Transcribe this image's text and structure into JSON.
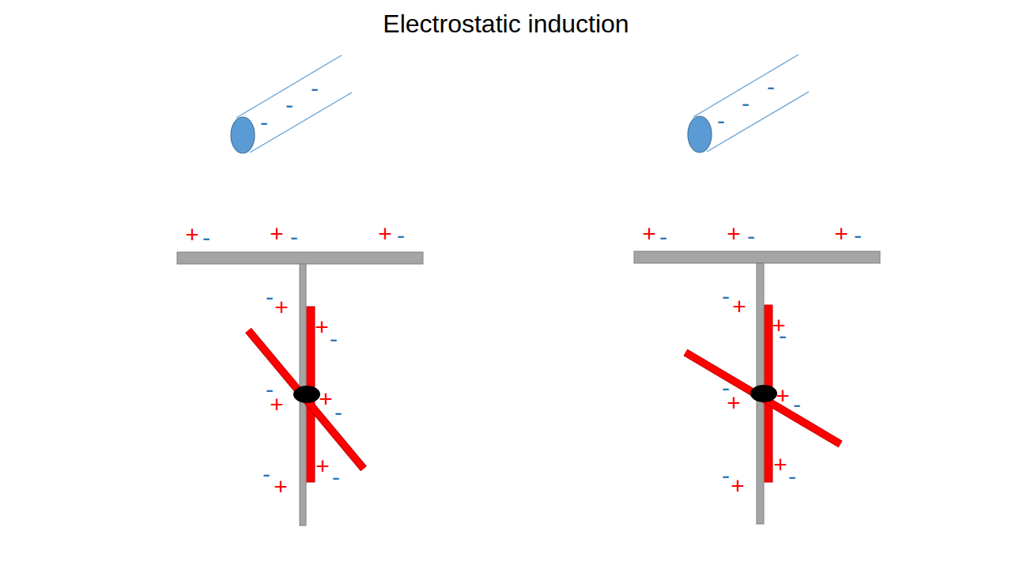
{
  "diagram": {
    "title": "Electrostatic induction",
    "labels": [
      "-",
      "-",
      "-",
      "+",
      "-",
      "+",
      "-",
      "+",
      "-",
      "-",
      "+",
      "-",
      "+",
      "-",
      "+",
      "+",
      "-",
      "+",
      "-",
      "+",
      "-",
      "-",
      "-",
      "-",
      "+",
      "-",
      "+",
      "-",
      "+",
      "-",
      "-",
      "+",
      "-",
      "+",
      "-",
      "+",
      "+",
      "-",
      "+",
      "-",
      "+",
      "-"
    ]
  }
}
